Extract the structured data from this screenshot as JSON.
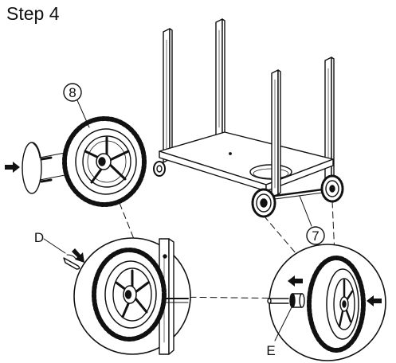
{
  "step": {
    "title": "Step 4"
  },
  "callouts": {
    "wheel": "8",
    "axle": "7",
    "pin": "D",
    "cap": "E"
  },
  "colors": {
    "line": "#111111",
    "background": "#ffffff"
  }
}
